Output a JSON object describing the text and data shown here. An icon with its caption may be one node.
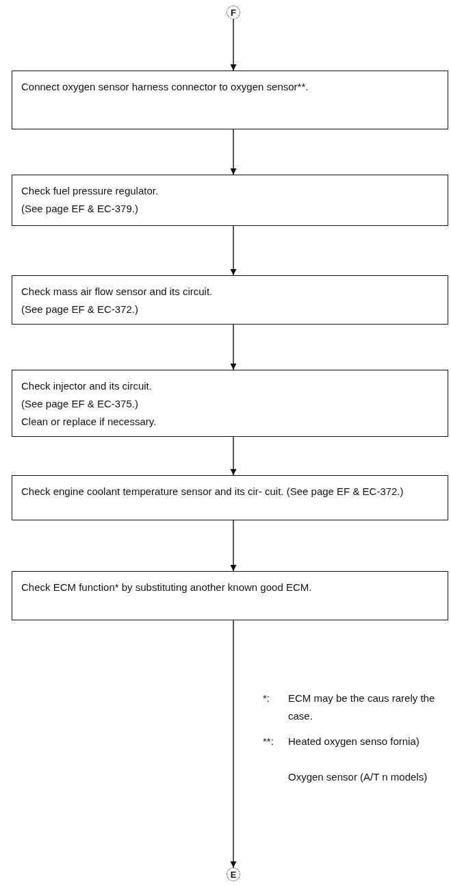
{
  "diagram": {
    "nodes": [
      {
        "text": [
          "F"
        ]
      },
      {
        "text": [
          "Connect oxygen sensor harness connector to oxygen sensor**."
        ]
      },
      {
        "text": [
          "Check fuel pressure regulator.",
          "(See page EF & EC-379.)"
        ]
      },
      {
        "text": [
          "Check mass air flow sensor and its circuit.",
          "(See page EF & EC-372.)"
        ]
      },
      {
        "text": [
          "Check injector and its circuit.",
          "(See page EF & EC-375.)",
          "Clean or replace if necessary."
        ]
      },
      {
        "text": [
          "Check engine coolant temperature sensor and its cir- cuit. (See page EF & EC-372.)"
        ]
      },
      {
        "text": [
          "Check ECM function* by substituting another known good ECM."
        ]
      },
      {
        "text": [
          "E"
        ]
      }
    ],
    "edges": [
      {
        "from": 0,
        "to": 1,
        "arrow": "to"
      },
      {
        "from": 1,
        "to": 2,
        "arrow": "to"
      },
      {
        "from": 2,
        "to": 3,
        "arrow": "to"
      },
      {
        "from": 3,
        "to": 4,
        "arrow": "to"
      },
      {
        "from": 4,
        "to": 5,
        "arrow": "to"
      },
      {
        "from": 5,
        "to": 6,
        "arrow": "to"
      },
      {
        "from": 6,
        "to": 7,
        "arrow": "to"
      }
    ],
    "labels": [
      "*:",
      "ECM may be the caus rarely the case.",
      "**:",
      "Heated oxygen senso fornia)",
      "Oxygen sensor (A/T n models)"
    ]
  }
}
